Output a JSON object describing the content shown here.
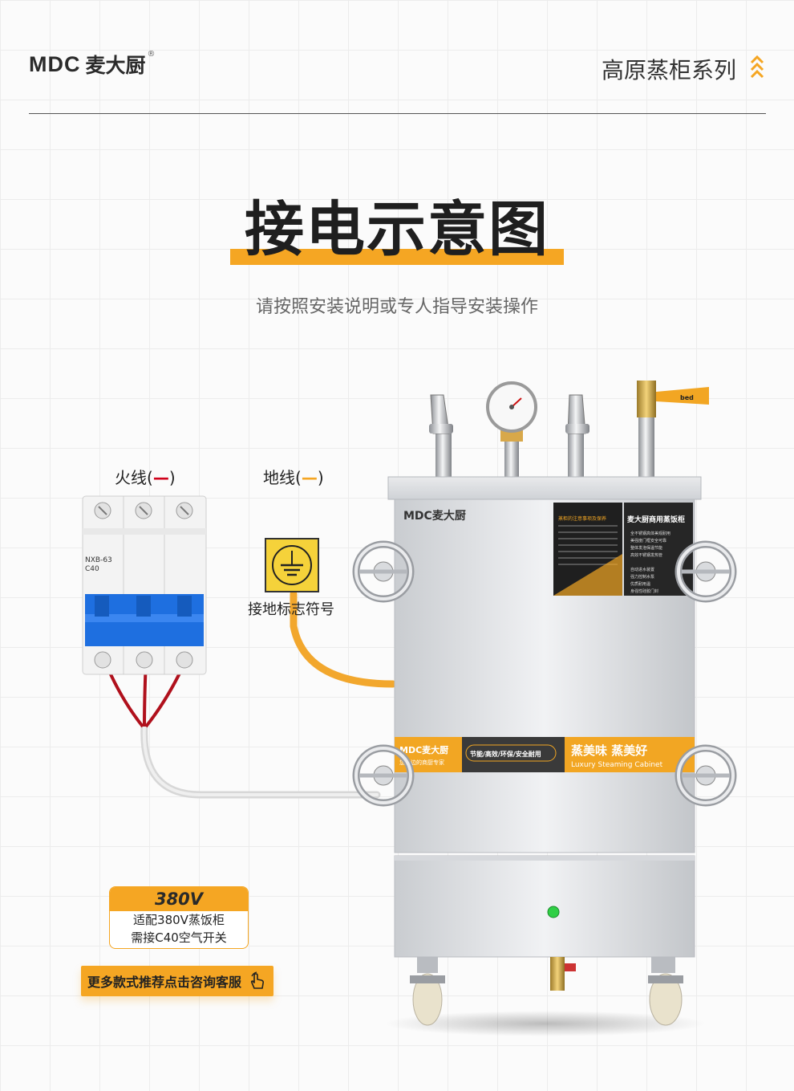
{
  "header": {
    "logo_latin": "MDC",
    "logo_cn": "麦大厨",
    "logo_reg": "®",
    "series": "高原蒸柜系列",
    "series_icon": "double-chevron-up-icon"
  },
  "title": "接电示意图",
  "subtitle": "请按照安装说明或专人指导安装操作",
  "labels": {
    "fire_wire": "火线(",
    "fire_dash": "—",
    "fire_close": ")",
    "ground_wire": "地线(",
    "ground_dash": "—",
    "ground_close": ")",
    "ground_symbol": "接地标志符号"
  },
  "breaker": {
    "model": "NXB-63",
    "rating": "C40"
  },
  "cabinet": {
    "brand_plate": "MDC麦大厨",
    "panel_left_title": "蒸柜的注意事项及保养",
    "panel_right_title": "麦大厨商用蒸饭柜",
    "panel_right_lines": [
      "全不锈钢高体美观耐用",
      "美强度门框安全可靠",
      "整体发泡保温节能",
      "高效不锈钢发热管",
      "自动进水装置",
      "强力控制水泵",
      "优质耐用温",
      "身强性硅胶门封"
    ],
    "band_brand": "MDC麦大厨",
    "band_slogan_small": "您身边的商厨专家",
    "band_features": "节能/高效/环保/安全耐用",
    "band_slogan": "蒸美味 蒸美好",
    "band_slogan_en": "Luxury Steaming Cabinet"
  },
  "voltage_card": {
    "voltage": "380V",
    "line1": "适配380V蒸饭柜",
    "line2": "需接C40空气开关"
  },
  "cta": {
    "label": "更多款式推荐点击咨询客服",
    "icon": "hand-pointer-icon"
  },
  "colors": {
    "accent": "#f5a623",
    "live_wire": "#d0021b",
    "breaker_blue": "#1e6fe0"
  }
}
